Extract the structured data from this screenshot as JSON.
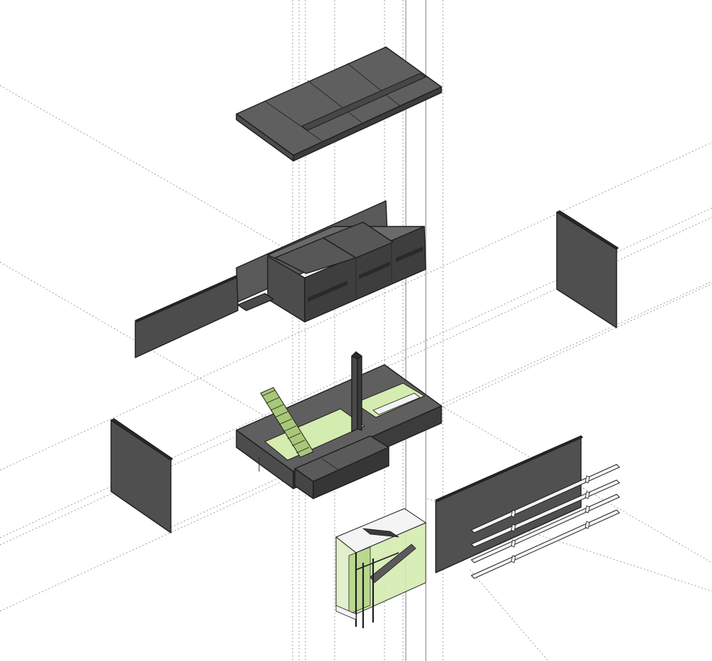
{
  "diagram": {
    "type": "exploded-axonometric",
    "colors": {
      "background": "#ffffff",
      "solid_top": "#5f5f5f",
      "solid_left": "#4c4c4c",
      "solid_right": "#3c3c3c",
      "outline": "#1e1e1e",
      "glass": "#d4ecb0",
      "glass_dark": "#b9d98e",
      "stair_tread": "#a8c878",
      "white_part": "#f4f4f4",
      "guide_line": "#8a8a8a"
    },
    "components": [
      {
        "id": "roof-slab",
        "label": ""
      },
      {
        "id": "upper-floor-volume",
        "label": ""
      },
      {
        "id": "cantilever-wall-left",
        "label": ""
      },
      {
        "id": "wall-panel-right-upper",
        "label": ""
      },
      {
        "id": "ground-floor-slab",
        "label": ""
      },
      {
        "id": "chimney-column",
        "label": ""
      },
      {
        "id": "floating-stair",
        "label": ""
      },
      {
        "id": "wall-panel-left-lower",
        "label": ""
      },
      {
        "id": "glass-stair-enclosure",
        "label": ""
      },
      {
        "id": "wall-panel-right-lower",
        "label": ""
      },
      {
        "id": "balustrade-rails",
        "label": ""
      }
    ]
  }
}
